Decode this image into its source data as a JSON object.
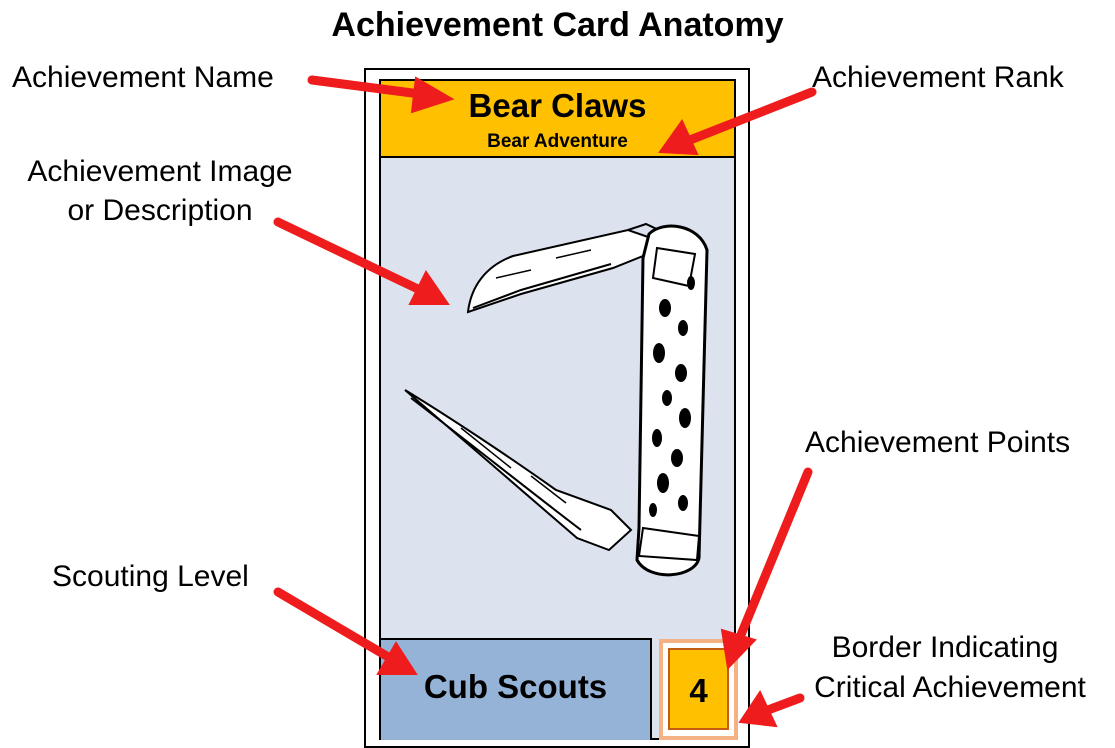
{
  "title": "Achievement Card Anatomy",
  "labels": {
    "name": "Achievement Name",
    "rank": "Achievement Rank",
    "image_line1": "Achievement Image",
    "image_line2": "or Description",
    "points": "Achievement Points",
    "level": "Scouting Level",
    "border_line1": "Border Indicating",
    "border_line2": "Critical Achievement"
  },
  "card": {
    "name": "Bear Claws",
    "rank": "Bear Adventure",
    "image_icon": "pocket-knife-icon",
    "level": "Cub Scouts",
    "points": "4"
  },
  "colors": {
    "header": "#ffc000",
    "image_bg": "#dce3ef",
    "footer": "#95b3d7",
    "critical_border": "#f4b183",
    "arrow": "#ee1c1c"
  }
}
